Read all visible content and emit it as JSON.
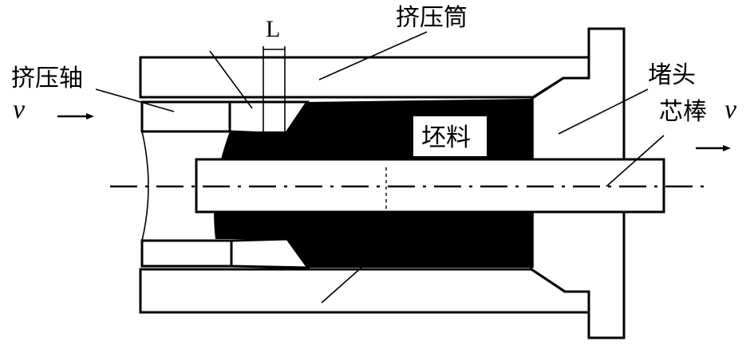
{
  "labels": {
    "container": "挤压筒",
    "ram": "挤压轴",
    "plug": "堵头",
    "mandrel": "芯棒",
    "billet": "坯料",
    "gap_length": "L",
    "velocity_left": "v",
    "velocity_right": "v"
  },
  "colors": {
    "ink": "#000000",
    "paper": "#ffffff"
  }
}
